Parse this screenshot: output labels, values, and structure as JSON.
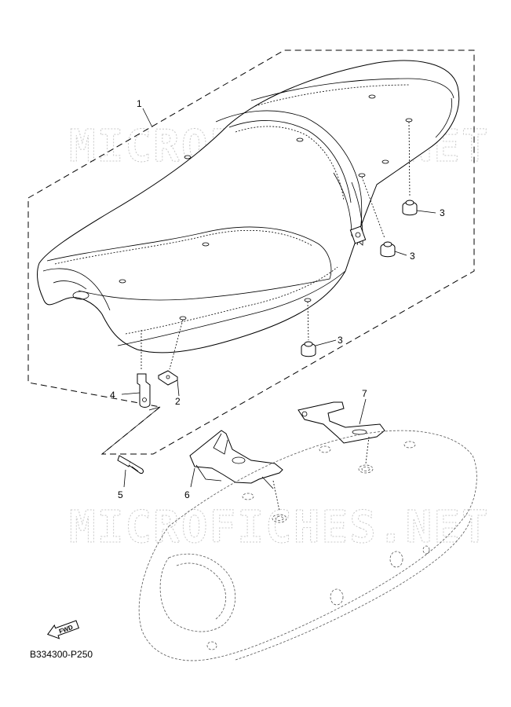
{
  "watermark": "MICROFICHES.NET",
  "diagram_code": "B334300-P250",
  "fwd_label": "FWD",
  "callouts": {
    "c1": "1",
    "c2": "2",
    "c3a": "3",
    "c3b": "3",
    "c3c": "3",
    "c4": "4",
    "c5": "5",
    "c6": "6",
    "c7": "7"
  }
}
